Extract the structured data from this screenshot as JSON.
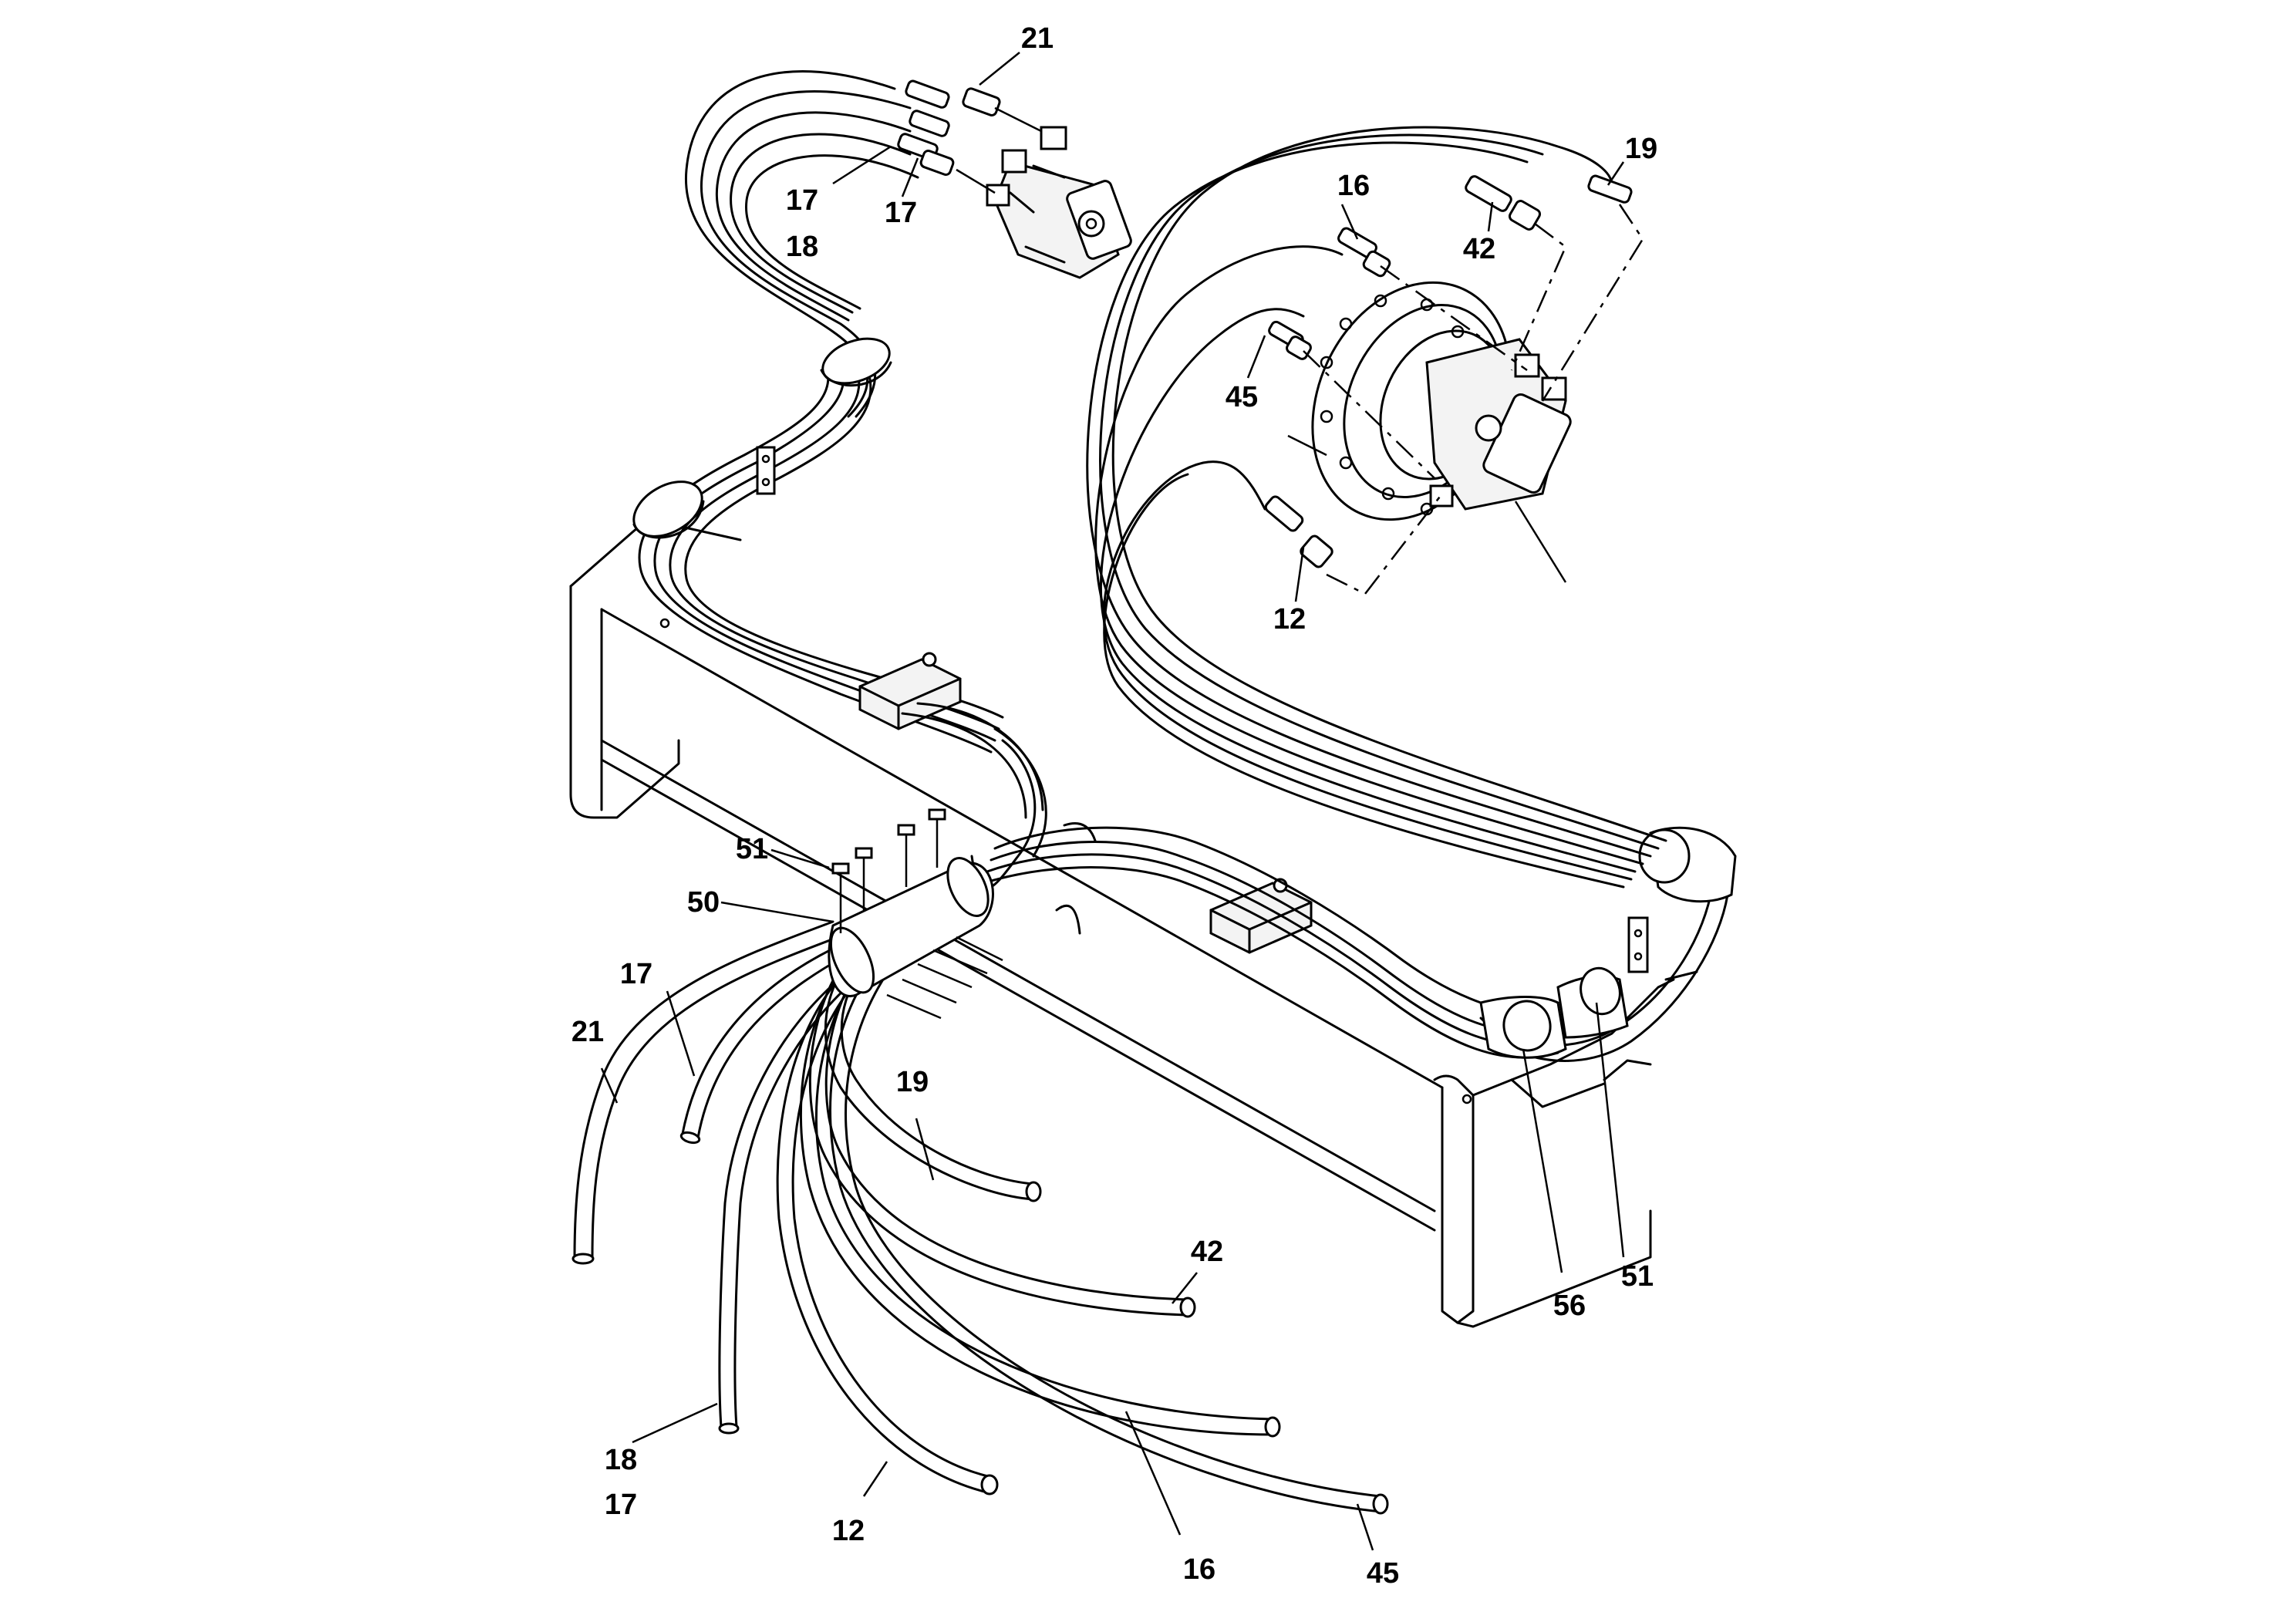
{
  "callouts": [
    {
      "id": "c21-top",
      "text": "21"
    },
    {
      "id": "c17-top-a",
      "text": "17"
    },
    {
      "id": "c18-top",
      "text": "18"
    },
    {
      "id": "c17-top-b",
      "text": "17"
    },
    {
      "id": "c16-top",
      "text": "16"
    },
    {
      "id": "c42-top",
      "text": "42"
    },
    {
      "id": "c19-top",
      "text": "19"
    },
    {
      "id": "c45-top",
      "text": "45"
    },
    {
      "id": "c12-top",
      "text": "12"
    },
    {
      "id": "c51-left",
      "text": "51"
    },
    {
      "id": "c50",
      "text": "50"
    },
    {
      "id": "c17-left",
      "text": "17"
    },
    {
      "id": "c21-left",
      "text": "21"
    },
    {
      "id": "c19-mid",
      "text": "19"
    },
    {
      "id": "c42-mid",
      "text": "42"
    },
    {
      "id": "c56",
      "text": "56"
    },
    {
      "id": "c51-right",
      "text": "51"
    },
    {
      "id": "c18-bottom",
      "text": "18"
    },
    {
      "id": "c17-bottom",
      "text": "17"
    },
    {
      "id": "c12-bottom",
      "text": "12"
    },
    {
      "id": "c16-bottom",
      "text": "16"
    },
    {
      "id": "c45-bottom",
      "text": "45"
    }
  ]
}
